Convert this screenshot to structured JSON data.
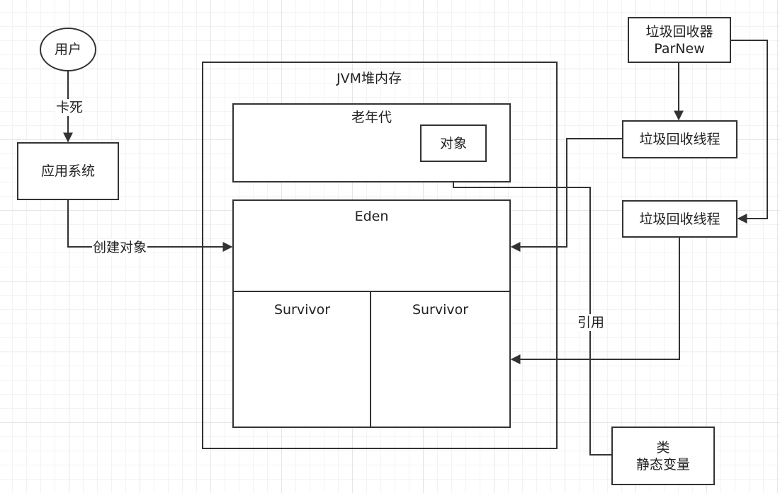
{
  "nodes": {
    "user": "用户",
    "app_system": "应用系统",
    "jvm_heap": "JVM堆内存",
    "old_gen": "老年代",
    "object": "对象",
    "eden": "Eden",
    "survivor_1": "Survivor",
    "survivor_2": "Survivor",
    "gc_parnew_line1": "垃圾回收器",
    "gc_parnew_line2": "ParNew",
    "gc_thread_1": "垃圾回收线程",
    "gc_thread_2": "垃圾回收线程",
    "class_line1": "类",
    "class_line2": "静态变量"
  },
  "edges": {
    "user_to_app": "卡死",
    "app_to_eden": "创建对象",
    "class_to_object": "引用"
  }
}
